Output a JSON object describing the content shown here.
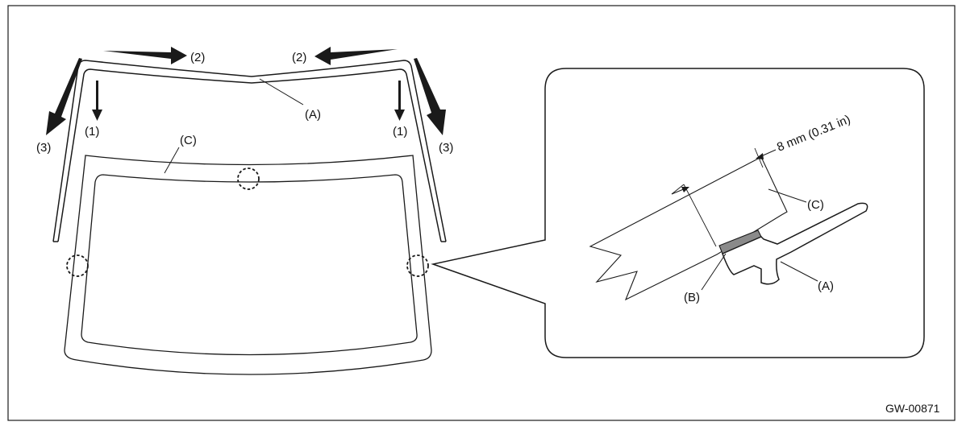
{
  "labels": {
    "molding": "(A)",
    "adhesive": "(B)",
    "glass": "(C)",
    "step_1": "(1)",
    "step_2": "(2)",
    "step_3": "(3)"
  },
  "dimension": "8 mm (0.31 in)",
  "figure_code": "GW-00871",
  "colors": {
    "line": "#1a1a1a",
    "adhesive_fill": "#8a8a8a",
    "background": "#ffffff"
  }
}
